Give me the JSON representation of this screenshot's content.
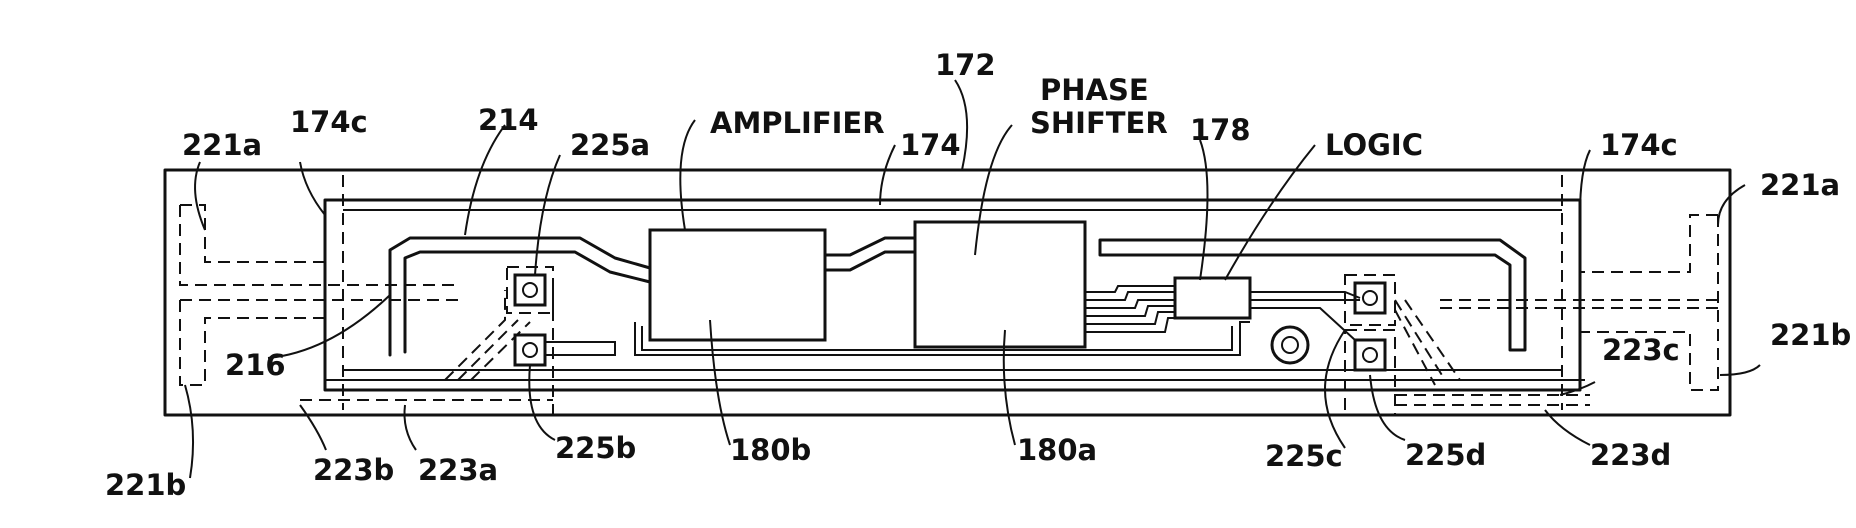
{
  "labels": {
    "ref_172": "172",
    "phase": "PHASE",
    "shifter": "SHIFTER",
    "amplifier": "AMPLIFIER",
    "ref_174": "174",
    "ref_178": "178",
    "logic": "LOGIC",
    "ref_221a_left": "221a",
    "ref_174c_left": "174c",
    "ref_214": "214",
    "ref_225a": "225a",
    "ref_174c_right": "174c",
    "ref_221a_right": "221a",
    "ref_221b_right": "221b",
    "ref_223c": "223c",
    "ref_216": "216",
    "ref_221b_left": "221b",
    "ref_223b": "223b",
    "ref_223a": "223a",
    "ref_225b": "225b",
    "ref_180b": "180b",
    "ref_180a": "180a",
    "ref_225c": "225c",
    "ref_225d": "225d",
    "ref_223d": "223d"
  }
}
